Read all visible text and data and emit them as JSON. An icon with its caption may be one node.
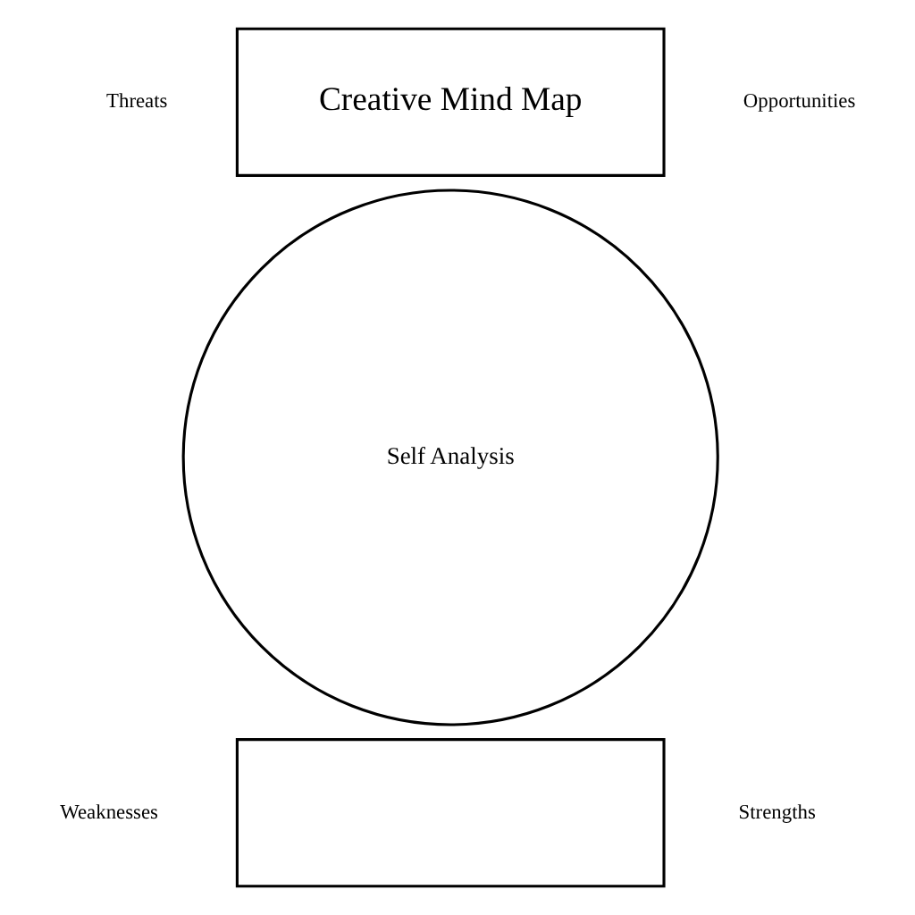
{
  "diagram": {
    "nodes": [
      {
        "text": [
          "Creative Mind Map"
        ]
      },
      {
        "text": [
          "Self Analysis"
        ]
      },
      {
        "text": [],
        "shape": "box"
      }
    ],
    "labels": [
      "Threats",
      "Opportunities",
      "Weaknesses",
      "Strengths"
    ]
  }
}
